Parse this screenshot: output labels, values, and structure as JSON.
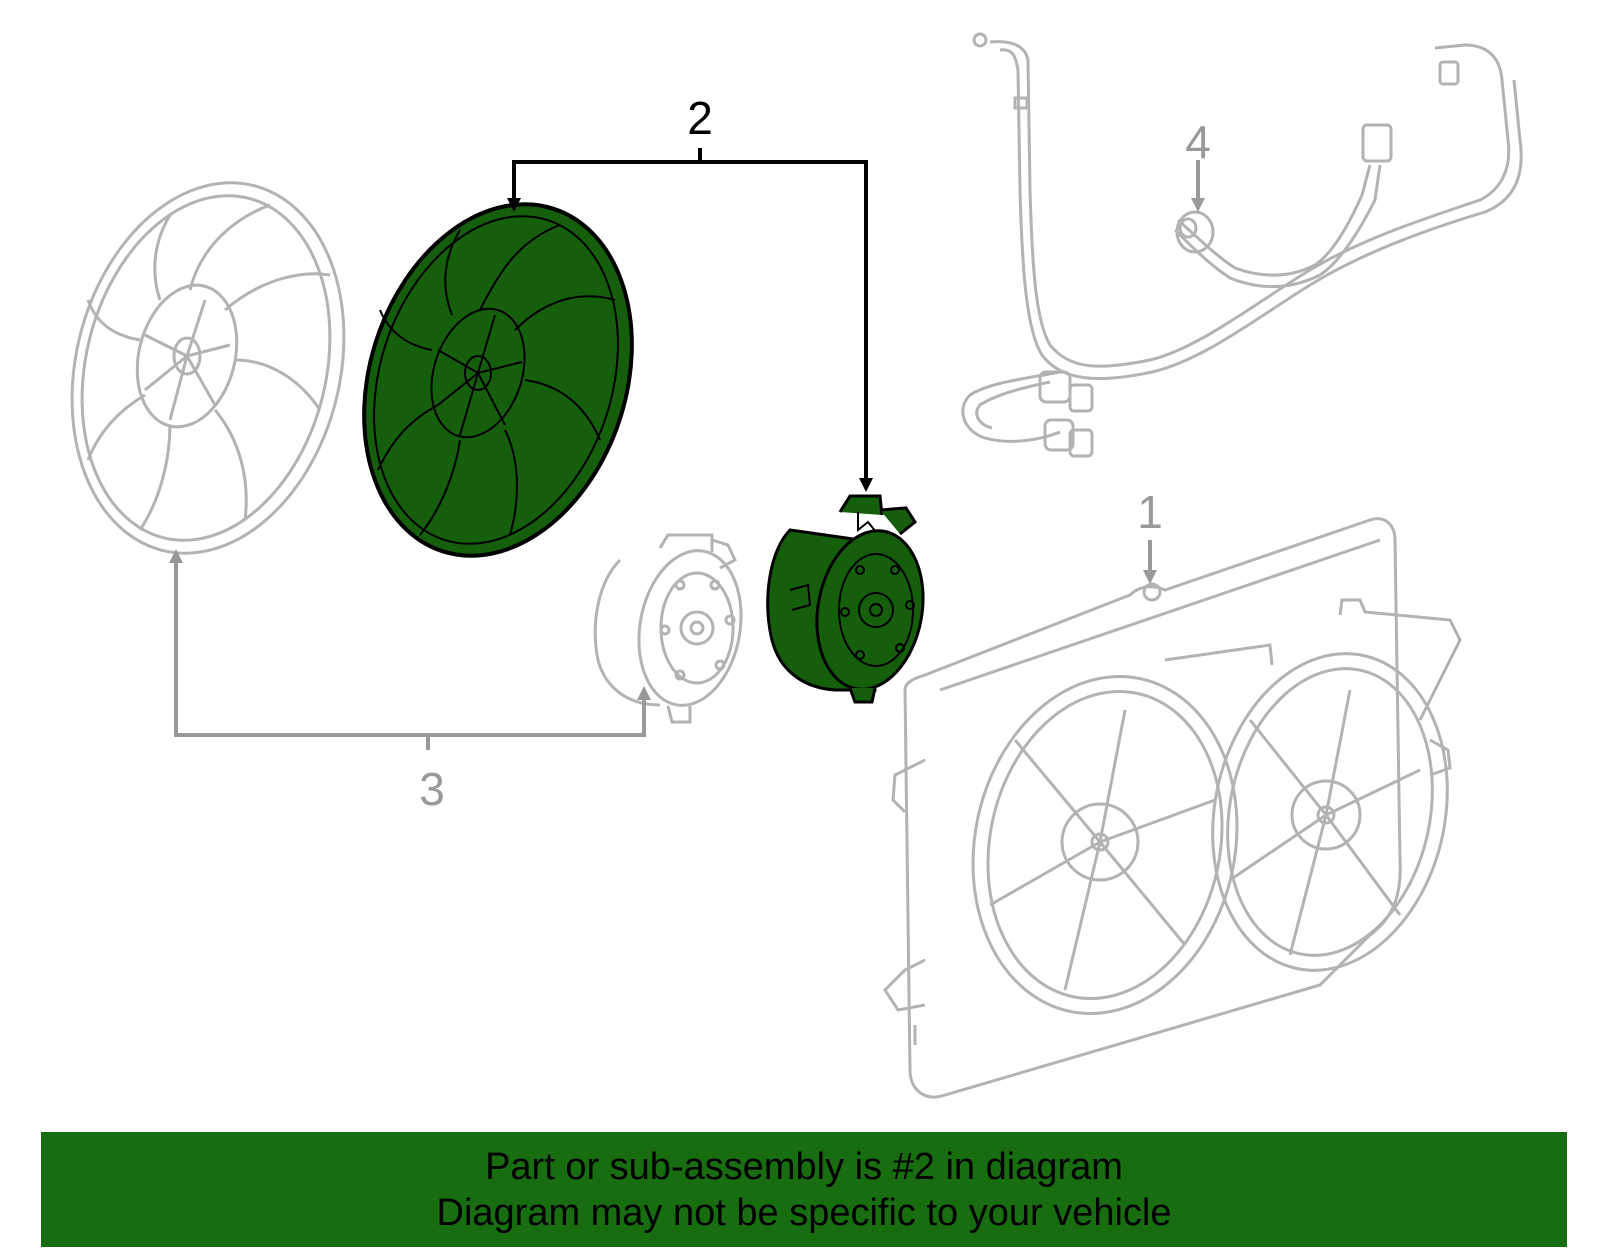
{
  "diagram": {
    "callouts": {
      "part_1": "1",
      "part_2": "2",
      "part_3": "3",
      "part_4": "4"
    },
    "colors": {
      "highlight_fill": "#155E0C",
      "highlight_stroke": "#000000",
      "ghost_stroke": "#B3B3B3",
      "callout_gray": "#999999",
      "callout_black": "#000000"
    }
  },
  "banner": {
    "line1": "Part or sub-assembly is #2 in diagram",
    "line2": "Diagram may not be specific to your vehicle",
    "background": "#176D10",
    "text_color": "#000000"
  }
}
